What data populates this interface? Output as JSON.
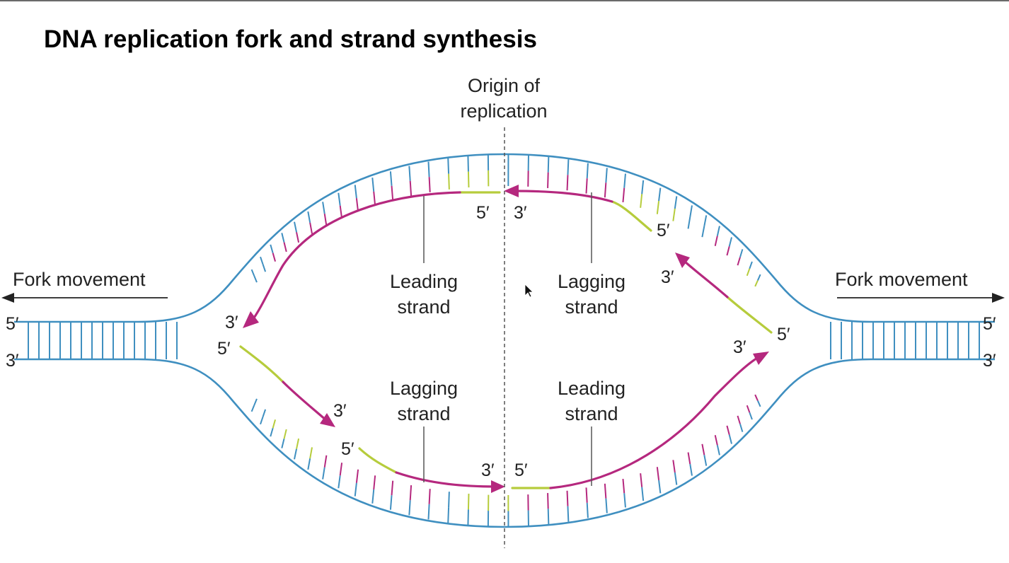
{
  "title": "DNA replication fork and strand synthesis",
  "labels": {
    "origin_line1": "Origin of",
    "origin_line2": "replication",
    "fork_left": "Fork movement",
    "fork_right": "Fork movement",
    "leading_word": "Leading",
    "lagging_word": "Lagging",
    "strand_word": "strand",
    "five_prime": "5′",
    "three_prime": "3′"
  },
  "colors": {
    "parental_strand": "#3f8fc0",
    "new_strand": "#b5287e",
    "primer": "#b6cc3c",
    "leader_lines": "#555555"
  },
  "icons": [
    "arrow-left-icon",
    "arrow-right-icon",
    "cursor-icon"
  ]
}
